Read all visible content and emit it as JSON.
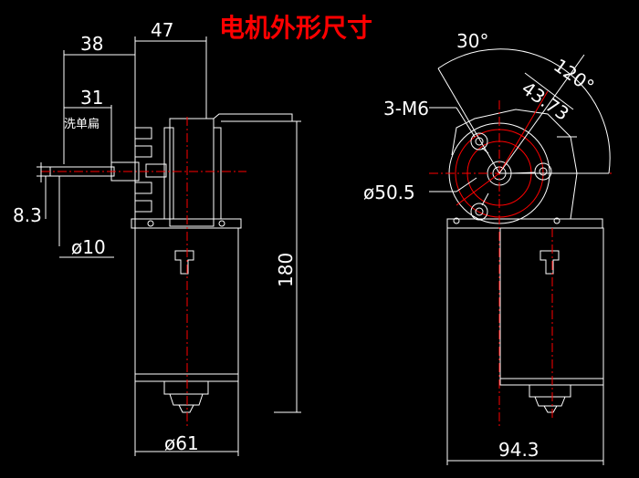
{
  "title": "电机外形尺寸",
  "dimensions": {
    "d38": "38",
    "d47": "47",
    "d31": "31",
    "shaft_note": "洗单扁",
    "d8_3": "8.3",
    "d10": "ø10",
    "d180": "180",
    "d61": "ø61",
    "d94_3": "94.3",
    "angle30": "30°",
    "angle120": "120°",
    "d43_73": "43.73",
    "bolt": "3-M6",
    "d50_5": "ø50.5"
  },
  "colors": {
    "background": "#000000",
    "lines": "#ffffff",
    "centerlines": "#ff0000",
    "title": "#ff0000"
  }
}
